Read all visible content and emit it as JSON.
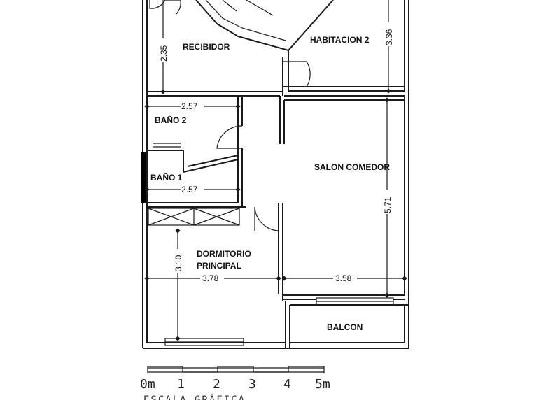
{
  "rooms": {
    "recibidor": "RECIBIDOR",
    "habitacion2": "HABITACION 2",
    "bano2": "BAÑO 2",
    "bano1": "BAÑO 1",
    "salon": "SALON COMEDOR",
    "dormitorio_l1": "DORMITORIO",
    "dormitorio_l2": "PRINCIPAL",
    "balcon": "BALCON"
  },
  "dimensions": {
    "recibidor_h": "2.35",
    "habitacion2_h": "3.36",
    "bano2_w": "2.57",
    "bano1_w": "2.57",
    "salon_h": "5.71",
    "salon_w": "3.58",
    "dormitorio_w": "3.78",
    "dormitorio_h": "3.10"
  },
  "scale": {
    "labels": [
      "0m",
      "1",
      "2",
      "3",
      "4",
      "5m"
    ],
    "caption": "ESCALA GRÁFICA"
  }
}
